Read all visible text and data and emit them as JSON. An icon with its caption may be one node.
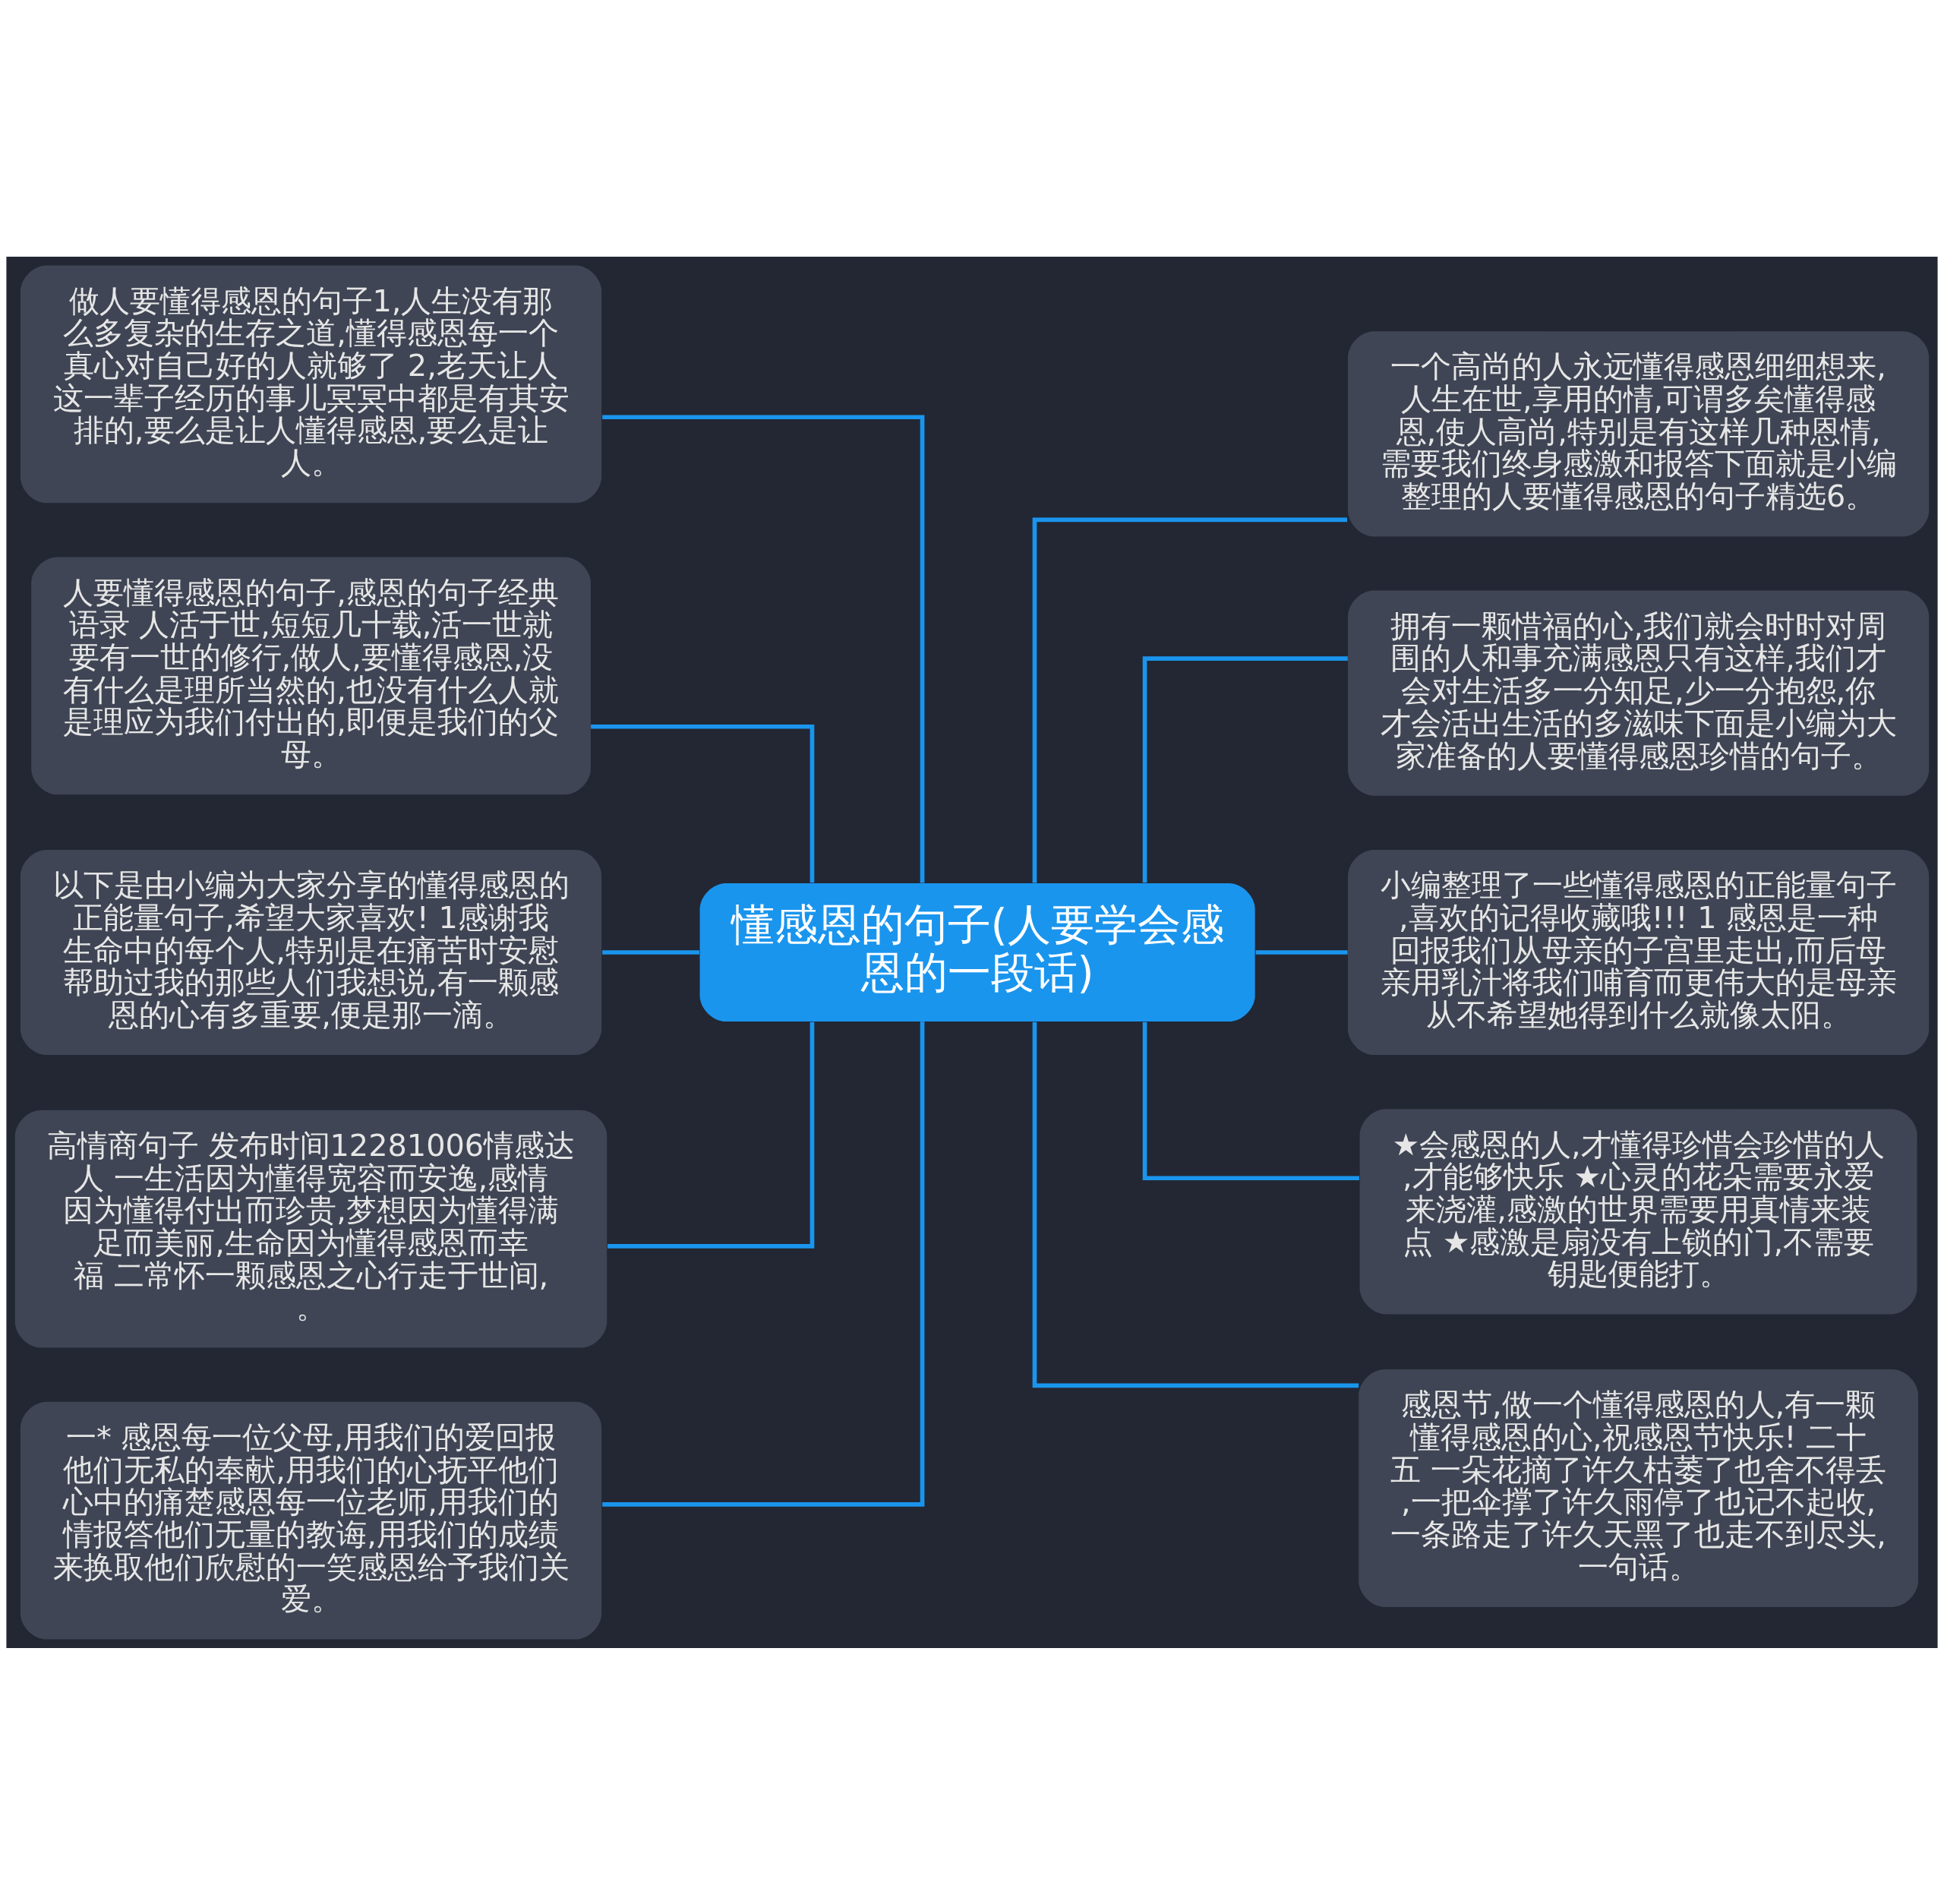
{
  "diagram": {
    "nodes": [
      {
        "text": [
          "懂感恩的句子(人要学会感恩的一段话)"
        ]
      },
      {
        "text": [
          "做人要懂得感恩的句子1,人生没有那么多复杂的生存之道,懂得感恩每一个真心对自己好的人就够了 2,老天让人这一辈子经历的事儿冥冥中都是有其安排的,要么是让人懂得感恩,要么是让人。"
        ]
      },
      {
        "text": [
          "人要懂得感恩的句子,感恩的句子经典语录 人活于世,短短几十载,活一世就要有一世的修行,做人,要懂得感恩,没有什么是理所当然的,也没有什么人就是理应为我们付出的,即便是我们的父母。"
        ]
      },
      {
        "text": [
          "以下是由小编为大家分享的懂得感恩的正能量句子,希望大家喜欢! 1感谢我生命中的每个人,特别是在痛苦时安慰帮助过我的那些人们我想说,有一颗感恩的心有多重要,便是那一滴。"
        ]
      },
      {
        "text": [
          "高情商句子 发布时间12281006情感达人 一生活因为懂得宽容而安逸,感情因为懂得付出而珍贵,梦想因为懂得满足而美丽,生命因为懂得感恩而幸福 二常怀一颗感恩之心行走于世间,。"
        ]
      },
      {
        "text": [
          "一* 感恩每一位父母,用我们的爱回报他们无私的奉献,用我们的心抚平他们心中的痛楚感恩每一位老师,用我们的情报答他们无量的教诲,用我们的成绩来换取他们欣慰的一笑感恩给予我们关爱。"
        ]
      },
      {
        "text": [
          "一个高尚的人永远懂得感恩细细想来,人生在世,享用的情,可谓多矣懂得感恩,使人高尚,特别是有这样几种恩情,需要我们终身感激和报答下面就是小编整理的人要懂得感恩的句子精选6。"
        ]
      },
      {
        "text": [
          "拥有一颗惜福的心,我们就会时时对周围的人和事充满感恩只有这样,我们才会对生活多一分知足,少一分抱怨,你才会活出生活的多滋味下面是小编为大家准备的人要懂得感恩珍惜的句子。"
        ]
      },
      {
        "text": [
          "小编整理了一些懂得感恩的正能量句子,喜欢的记得收藏哦!!! 1 感恩是一种回报我们从母亲的子宫里走出,而后母亲用乳汁将我们哺育而更伟大的是母亲从不希望她得到什么就像太阳。"
        ]
      },
      {
        "text": [
          "★会感恩的人,才懂得珍惜会珍惜的人,才能够快乐 ★心灵的花朵需要永爱来浇灌,感激的世界需要用真情来装点 ★感激是扇没有上锁的门,不需要钥匙便能打。"
        ]
      },
      {
        "text": [
          "感恩节,做一个懂得感恩的人,有一颗懂得感恩的心,祝感恩节快乐! 二十五 一朵花摘了许久枯萎了也舍不得丢,一把伞撑了许久雨停了也记不起收,一条路走了许久天黑了也走不到尽头,一句话。"
        ]
      }
    ],
    "edges": [
      {
        "from": 0,
        "to": 1,
        "arrow": "none"
      },
      {
        "from": 0,
        "to": 2,
        "arrow": "none"
      },
      {
        "from": 0,
        "to": 3,
        "arrow": "none"
      },
      {
        "from": 0,
        "to": 4,
        "arrow": "none"
      },
      {
        "from": 0,
        "to": 5,
        "arrow": "none"
      },
      {
        "from": 0,
        "to": 6,
        "arrow": "none"
      },
      {
        "from": 0,
        "to": 7,
        "arrow": "none"
      },
      {
        "from": 0,
        "to": 8,
        "arrow": "none"
      },
      {
        "from": 0,
        "to": 9,
        "arrow": "none"
      },
      {
        "from": 0,
        "to": 10,
        "arrow": "none"
      }
    ]
  }
}
